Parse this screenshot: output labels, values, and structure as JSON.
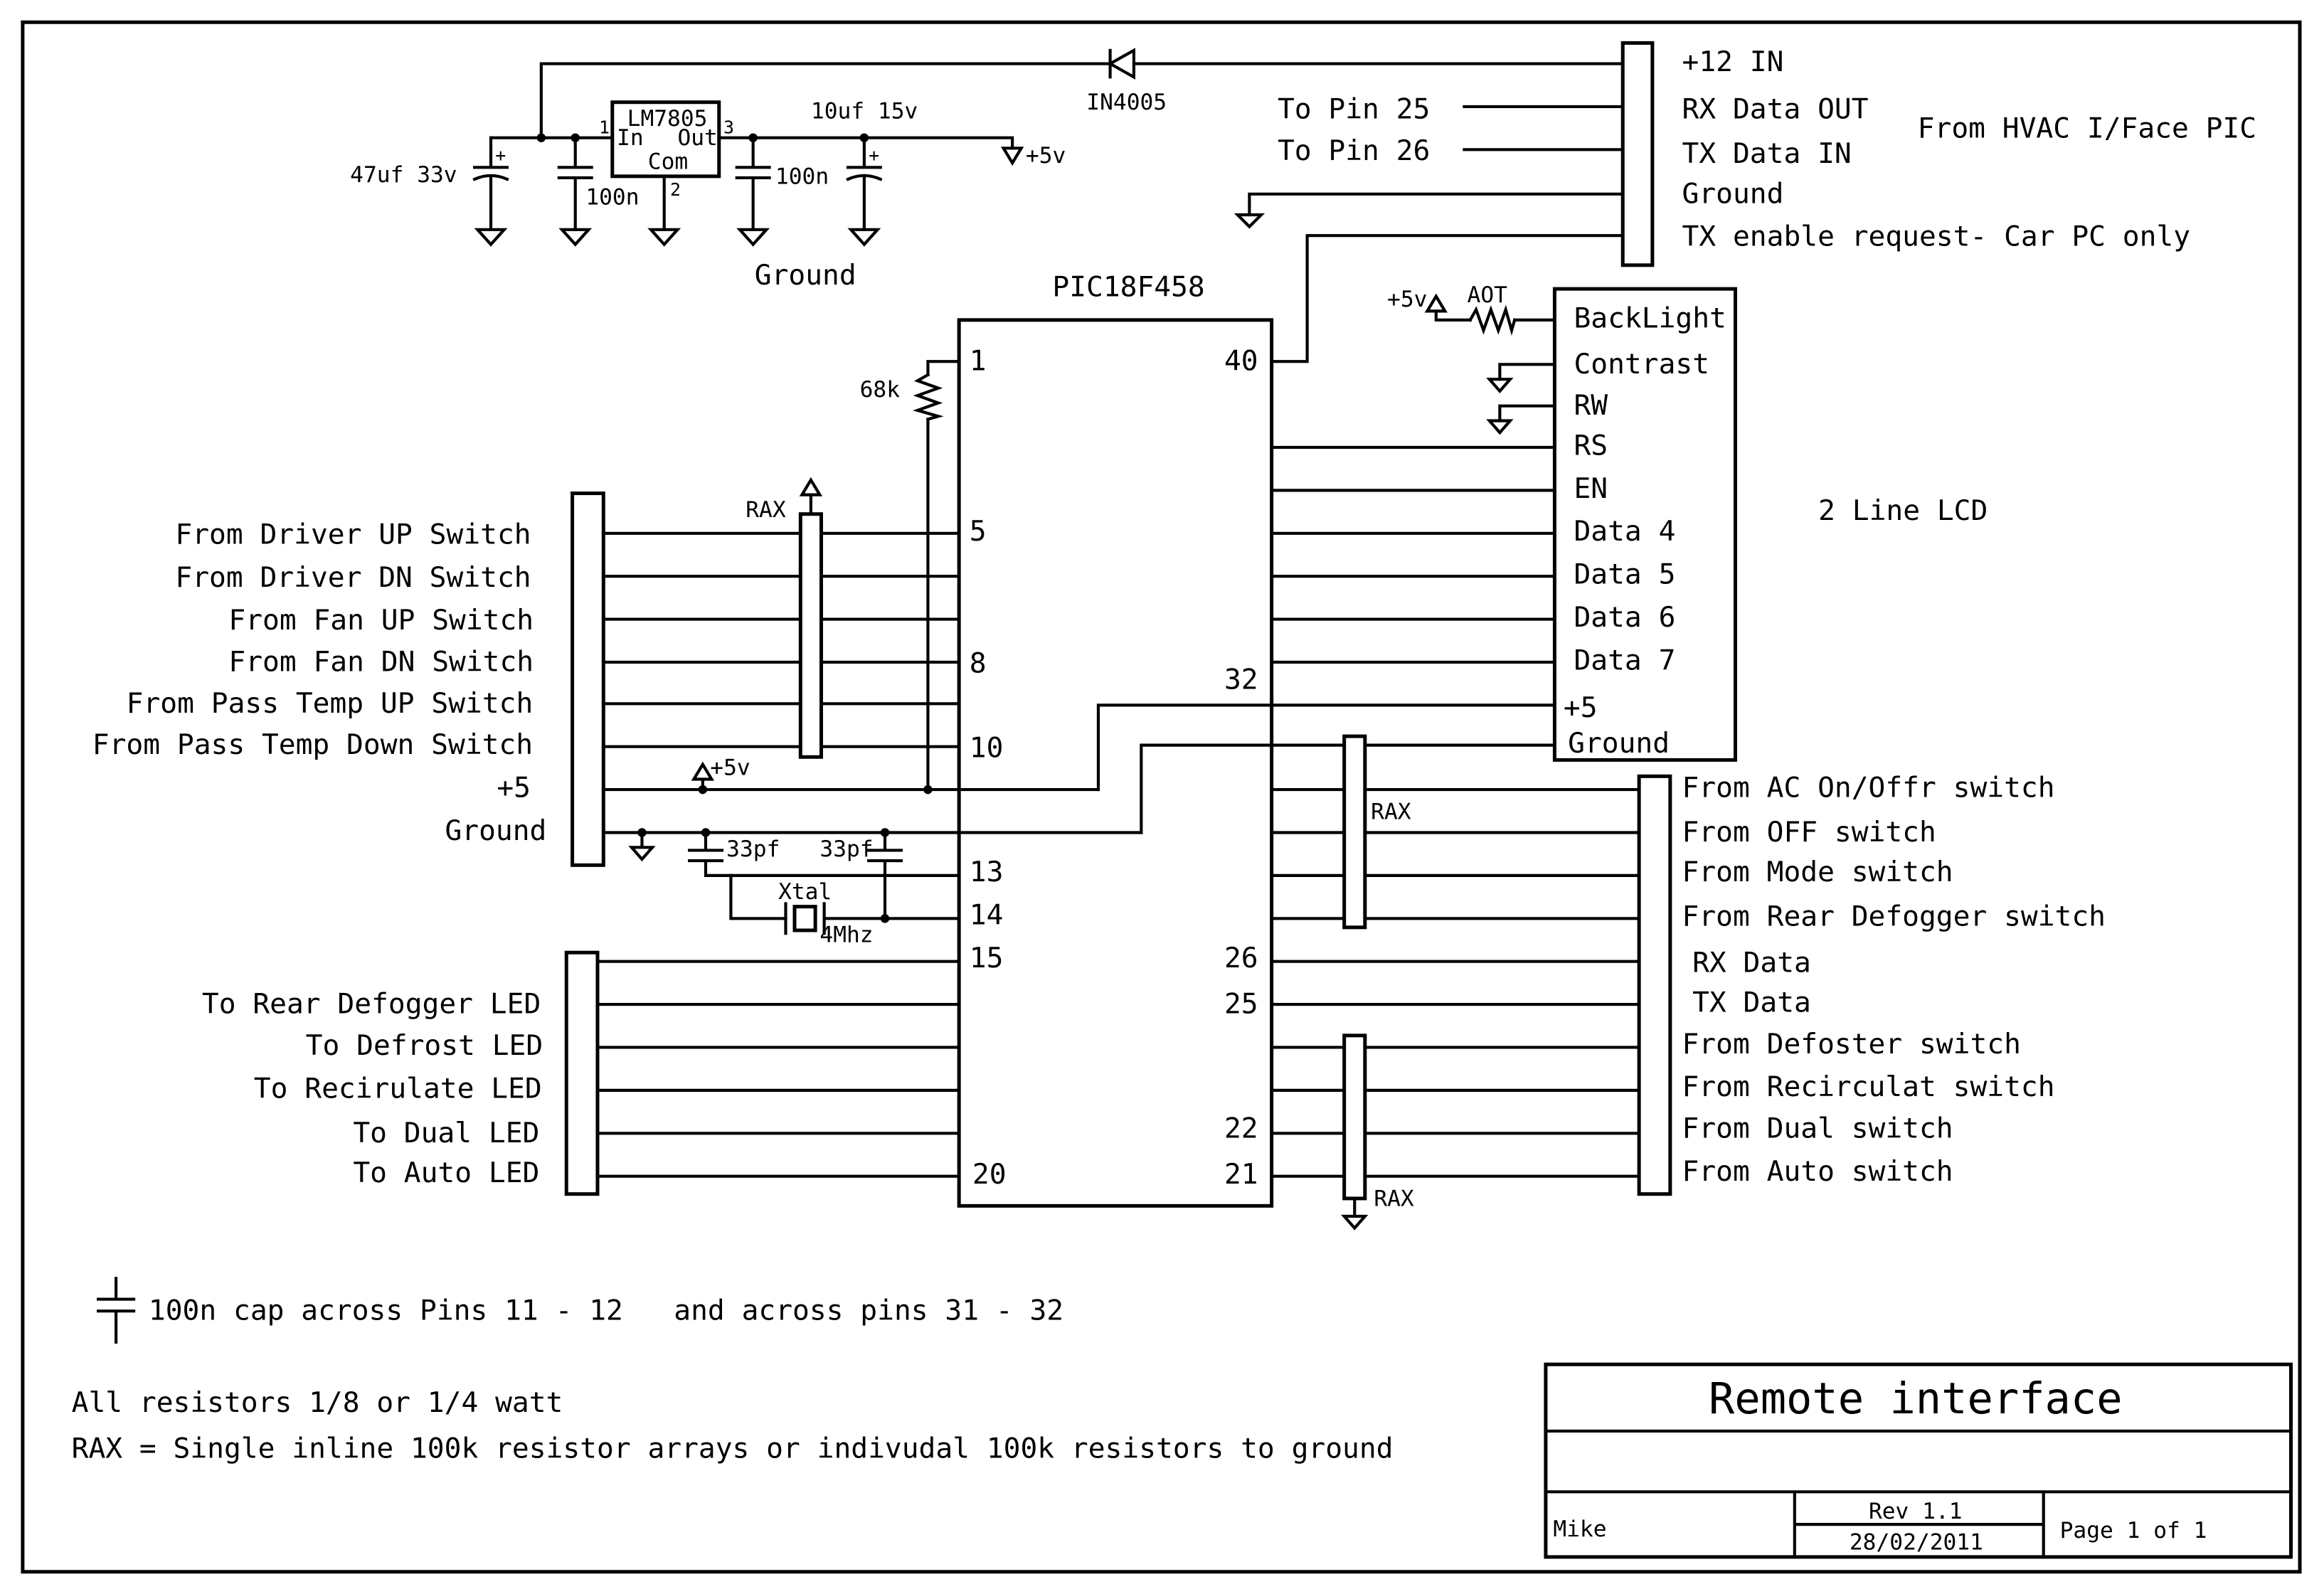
{
  "power": {
    "regulator": "LM7805",
    "reg_in": "In",
    "reg_out": "Out",
    "reg_com": "Com",
    "reg_pin1": "1",
    "reg_pin2": "2",
    "reg_pin3": "3",
    "diode": "IN4005",
    "cap_in": "47uf 33v",
    "cap_out": "10uf 15v",
    "cap_100n_a": "100n",
    "cap_100n_b": "100n",
    "plus5": "+5v",
    "ground": "Ground"
  },
  "connector_top": {
    "labels": [
      "+12 IN",
      "RX Data OUT",
      "TX Data IN",
      "Ground",
      "TX enable request- Car PC only"
    ],
    "pin25": "To Pin 25",
    "pin26": "To Pin 26",
    "from": "From HVAC I/Face PIC"
  },
  "mcu": {
    "name": "PIC18F458",
    "pins_left": [
      "1",
      "5",
      "8",
      "10",
      "13",
      "14",
      "15",
      "20"
    ],
    "pins_right": [
      "40",
      "32",
      "26",
      "25",
      "22",
      "21"
    ],
    "pullup": "68k"
  },
  "lcd": {
    "title": "2 Line LCD",
    "labels": [
      "BackLight",
      "Contrast",
      "RW",
      "RS",
      "EN",
      "Data 4",
      "Data 5",
      "Data 6",
      "Data 7",
      "+5",
      "Ground"
    ],
    "plus5": "+5v",
    "resistor": "AOT"
  },
  "left_inputs": [
    "From Driver UP Switch",
    "From Driver DN Switch",
    "From Fan UP Switch",
    "From Fan DN Switch",
    "From Pass Temp UP Switch",
    "From Pass Temp Down Switch",
    "+5",
    "Ground"
  ],
  "rax_label": "RAX",
  "plus5_small": "+5v",
  "crystal": {
    "c1": "33pf",
    "c2": "33pf",
    "name": "Xtal",
    "freq": "4Mhz"
  },
  "left_outputs": [
    "To Rear Defogger LED",
    "To Defrost LED",
    "To Recirulate LED",
    "To Dual LED",
    "To Auto LED"
  ],
  "right_io": [
    "From AC On/Offr switch",
    "From OFF switch",
    "From Mode switch",
    "From Rear Defogger switch",
    "RX Data",
    "TX Data",
    "From Defoster switch",
    "From Recirculat switch",
    "From Dual switch",
    "From Auto switch"
  ],
  "notes": {
    "cap": "100n cap across Pins 11 - 12   and across pins 31 - 32",
    "resistors": "All resistors 1/8 or 1/4 watt",
    "rax": "RAX = Single inline 100k resistor arrays or indivudal 100k resistors to ground"
  },
  "title_block": {
    "title": "Remote interface",
    "author": "Mike",
    "rev": "Rev 1.1",
    "date": "28/02/2011",
    "page": "Page 1 of 1"
  }
}
